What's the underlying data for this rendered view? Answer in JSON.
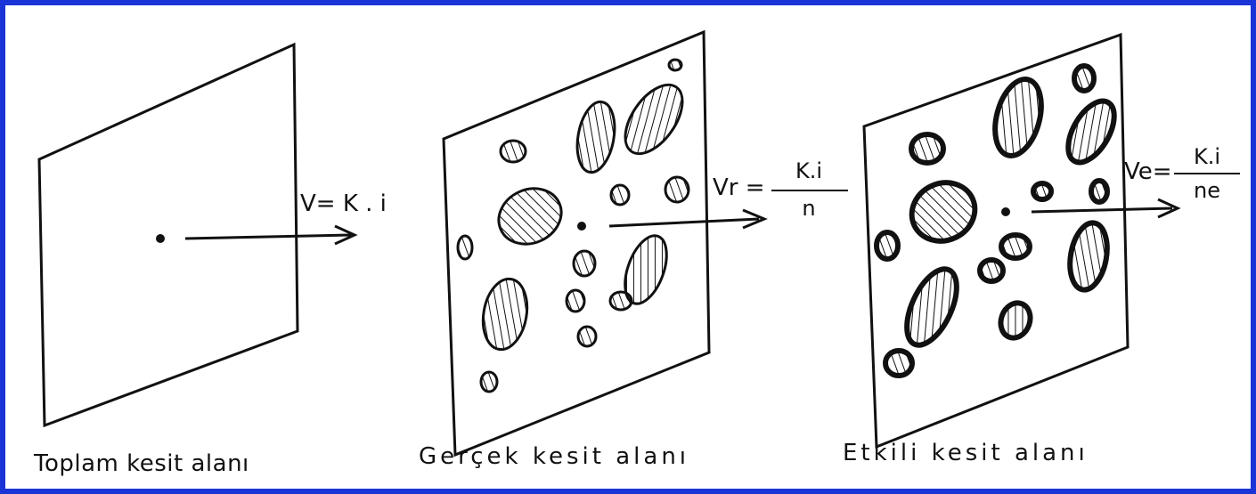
{
  "captions": {
    "total": "Toplam kesit alanı",
    "real": "Gerçek kesit alanı",
    "effective": "Etkili kesit alanı"
  },
  "equations": {
    "v": "V= K . i",
    "vr_lhs": "Vr =",
    "vr_num": "K.i",
    "vr_den": "n",
    "ve_lhs": "Ve=",
    "ve_num": "K.i",
    "ve_den": "ne"
  },
  "colors": {
    "border": "#1a34d8",
    "ink": "#111111"
  }
}
